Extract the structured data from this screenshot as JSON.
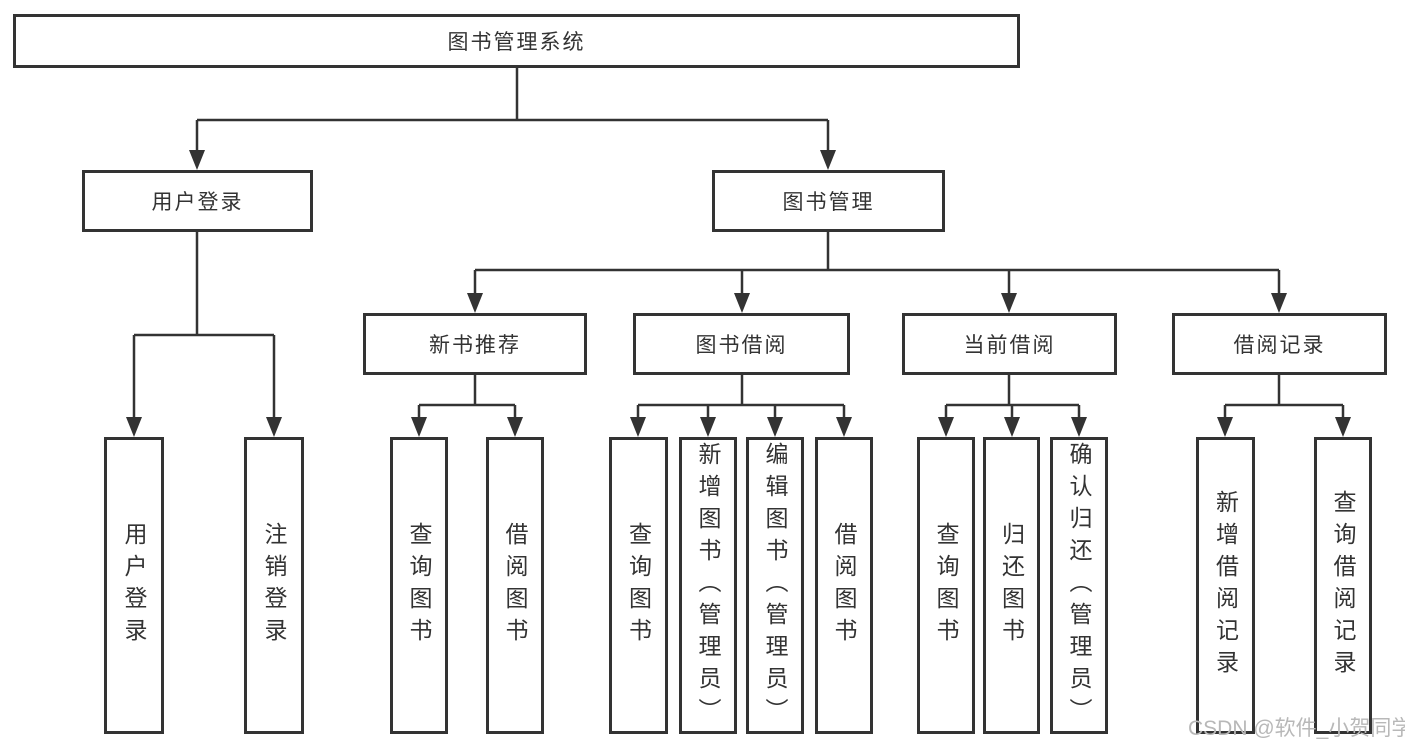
{
  "diagram": {
    "root": {
      "label": "图书管理系统"
    },
    "level2": [
      {
        "label": "用户登录"
      },
      {
        "label": "图书管理"
      }
    ],
    "level3": [
      {
        "label": "新书推荐"
      },
      {
        "label": "图书借阅"
      },
      {
        "label": "当前借阅"
      },
      {
        "label": "借阅记录"
      }
    ],
    "leaves": {
      "login": [
        "用户登录",
        "注销登录"
      ],
      "recommend": [
        "查询图书",
        "借阅图书"
      ],
      "borrow": [
        "查询图书",
        "新增图书（管理员）",
        "编辑图书（管理员）",
        "借阅图书"
      ],
      "current": [
        "查询图书",
        "归还图书",
        "确认归还（管理员）"
      ],
      "records": [
        "新增借阅记录",
        "查询借阅记录"
      ]
    }
  },
  "watermark": {
    "text": "CSDN @软件_小贺同学"
  },
  "colors": {
    "line": "#333333",
    "box_border": "#333333",
    "text": "#333333",
    "background": "#ffffff",
    "watermark": "#b8b8b8"
  }
}
